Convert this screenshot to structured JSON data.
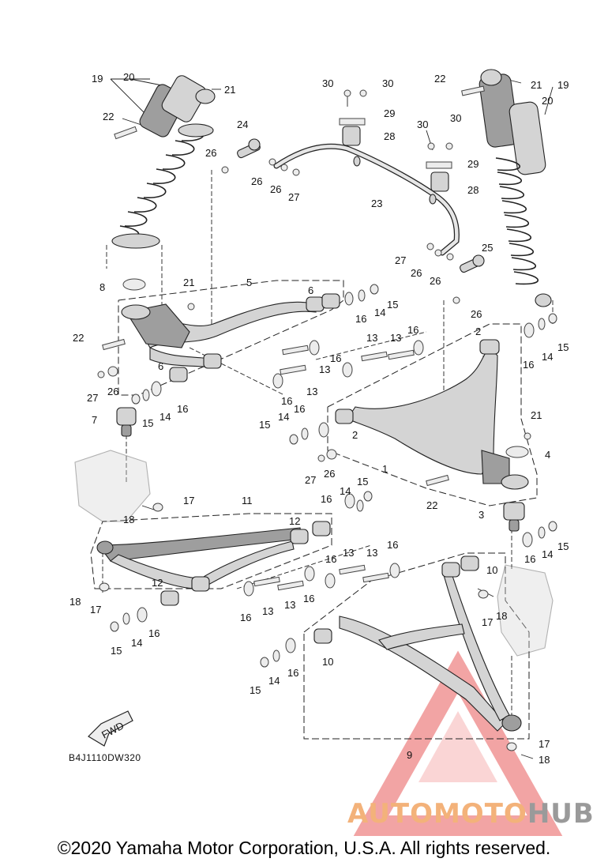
{
  "diagram": {
    "drawing_code": "B4J1110DW320",
    "direction_label": "FWD",
    "copyright": "©2020 Yamaha Motor Corporation, U.S.A. All rights reserved.",
    "watermark": {
      "part1": "AUTOMOTO",
      "part2": "HUB"
    },
    "colors": {
      "watermark_orange": "#f3b27a",
      "watermark_gray": "#9a9a9a",
      "watermark_red": "#e85a5a"
    }
  },
  "callouts": [
    {
      "id": "c19a",
      "text": "19"
    },
    {
      "id": "c20a",
      "text": "20"
    },
    {
      "id": "c21a",
      "text": "21"
    },
    {
      "id": "c22a",
      "text": "22"
    },
    {
      "id": "c24",
      "text": "24"
    },
    {
      "id": "c26a",
      "text": "26"
    },
    {
      "id": "c26b",
      "text": "26"
    },
    {
      "id": "c26c",
      "text": "26"
    },
    {
      "id": "c27a",
      "text": "27"
    },
    {
      "id": "c30a",
      "text": "30"
    },
    {
      "id": "c30b",
      "text": "30"
    },
    {
      "id": "c29a",
      "text": "29"
    },
    {
      "id": "c28a",
      "text": "28"
    },
    {
      "id": "c23",
      "text": "23"
    },
    {
      "id": "c30c",
      "text": "30"
    },
    {
      "id": "c30d",
      "text": "30"
    },
    {
      "id": "c29b",
      "text": "29"
    },
    {
      "id": "c28b",
      "text": "28"
    },
    {
      "id": "c22b",
      "text": "22"
    },
    {
      "id": "c21b",
      "text": "21"
    },
    {
      "id": "c20b",
      "text": "20"
    },
    {
      "id": "c19b",
      "text": "19"
    },
    {
      "id": "c27b",
      "text": "27"
    },
    {
      "id": "c26d",
      "text": "26"
    },
    {
      "id": "c26e",
      "text": "26"
    },
    {
      "id": "c25",
      "text": "25"
    },
    {
      "id": "c26f",
      "text": "26"
    },
    {
      "id": "c8",
      "text": "8"
    },
    {
      "id": "c21c",
      "text": "21"
    },
    {
      "id": "c5",
      "text": "5"
    },
    {
      "id": "c6a",
      "text": "6"
    },
    {
      "id": "c16a",
      "text": "16"
    },
    {
      "id": "c14a",
      "text": "14"
    },
    {
      "id": "c15a",
      "text": "15"
    },
    {
      "id": "c22c",
      "text": "22"
    },
    {
      "id": "c16b",
      "text": "16"
    },
    {
      "id": "c13a",
      "text": "13"
    },
    {
      "id": "c13b",
      "text": "13"
    },
    {
      "id": "c16c",
      "text": "16"
    },
    {
      "id": "c2a",
      "text": "2"
    },
    {
      "id": "c16d",
      "text": "16"
    },
    {
      "id": "c14b",
      "text": "14"
    },
    {
      "id": "c15b",
      "text": "15"
    },
    {
      "id": "c6b",
      "text": "6"
    },
    {
      "id": "c13c",
      "text": "13"
    },
    {
      "id": "c13d",
      "text": "13"
    },
    {
      "id": "c16e",
      "text": "16"
    },
    {
      "id": "c27c",
      "text": "27"
    },
    {
      "id": "c26g",
      "text": "26"
    },
    {
      "id": "c15c",
      "text": "15"
    },
    {
      "id": "c14c",
      "text": "14"
    },
    {
      "id": "c16f",
      "text": "16"
    },
    {
      "id": "c15d",
      "text": "15"
    },
    {
      "id": "c14d",
      "text": "14"
    },
    {
      "id": "c16g",
      "text": "16"
    },
    {
      "id": "c2b",
      "text": "2"
    },
    {
      "id": "c7",
      "text": "7"
    },
    {
      "id": "c21d",
      "text": "21"
    },
    {
      "id": "c4",
      "text": "4"
    },
    {
      "id": "c1",
      "text": "1"
    },
    {
      "id": "c27d",
      "text": "27"
    },
    {
      "id": "c26h",
      "text": "26"
    },
    {
      "id": "c22d",
      "text": "22"
    },
    {
      "id": "c17a",
      "text": "17"
    },
    {
      "id": "c18a",
      "text": "18"
    },
    {
      "id": "c3",
      "text": "3"
    },
    {
      "id": "c11",
      "text": "11"
    },
    {
      "id": "c16h",
      "text": "16"
    },
    {
      "id": "c14e",
      "text": "14"
    },
    {
      "id": "c15e",
      "text": "15"
    },
    {
      "id": "c12a",
      "text": "12"
    },
    {
      "id": "c16i",
      "text": "16"
    },
    {
      "id": "c14f",
      "text": "14"
    },
    {
      "id": "c15f",
      "text": "15"
    },
    {
      "id": "c13e",
      "text": "13"
    },
    {
      "id": "c13f",
      "text": "13"
    },
    {
      "id": "c16j",
      "text": "16"
    },
    {
      "id": "c16k",
      "text": "16"
    },
    {
      "id": "c10a",
      "text": "10"
    },
    {
      "id": "c12b",
      "text": "12"
    },
    {
      "id": "c18b",
      "text": "18"
    },
    {
      "id": "c17b",
      "text": "17"
    },
    {
      "id": "c16l",
      "text": "16"
    },
    {
      "id": "c13g",
      "text": "13"
    },
    {
      "id": "c13h",
      "text": "13"
    },
    {
      "id": "c16m",
      "text": "16"
    },
    {
      "id": "c17c",
      "text": "17"
    },
    {
      "id": "c18c",
      "text": "18"
    },
    {
      "id": "c15g",
      "text": "15"
    },
    {
      "id": "c14g",
      "text": "14"
    },
    {
      "id": "c16n",
      "text": "16"
    },
    {
      "id": "c10b",
      "text": "10"
    },
    {
      "id": "c15h",
      "text": "15"
    },
    {
      "id": "c14h",
      "text": "14"
    },
    {
      "id": "c16o",
      "text": "16"
    },
    {
      "id": "c9",
      "text": "9"
    },
    {
      "id": "c17d",
      "text": "17"
    },
    {
      "id": "c18d",
      "text": "18"
    }
  ]
}
